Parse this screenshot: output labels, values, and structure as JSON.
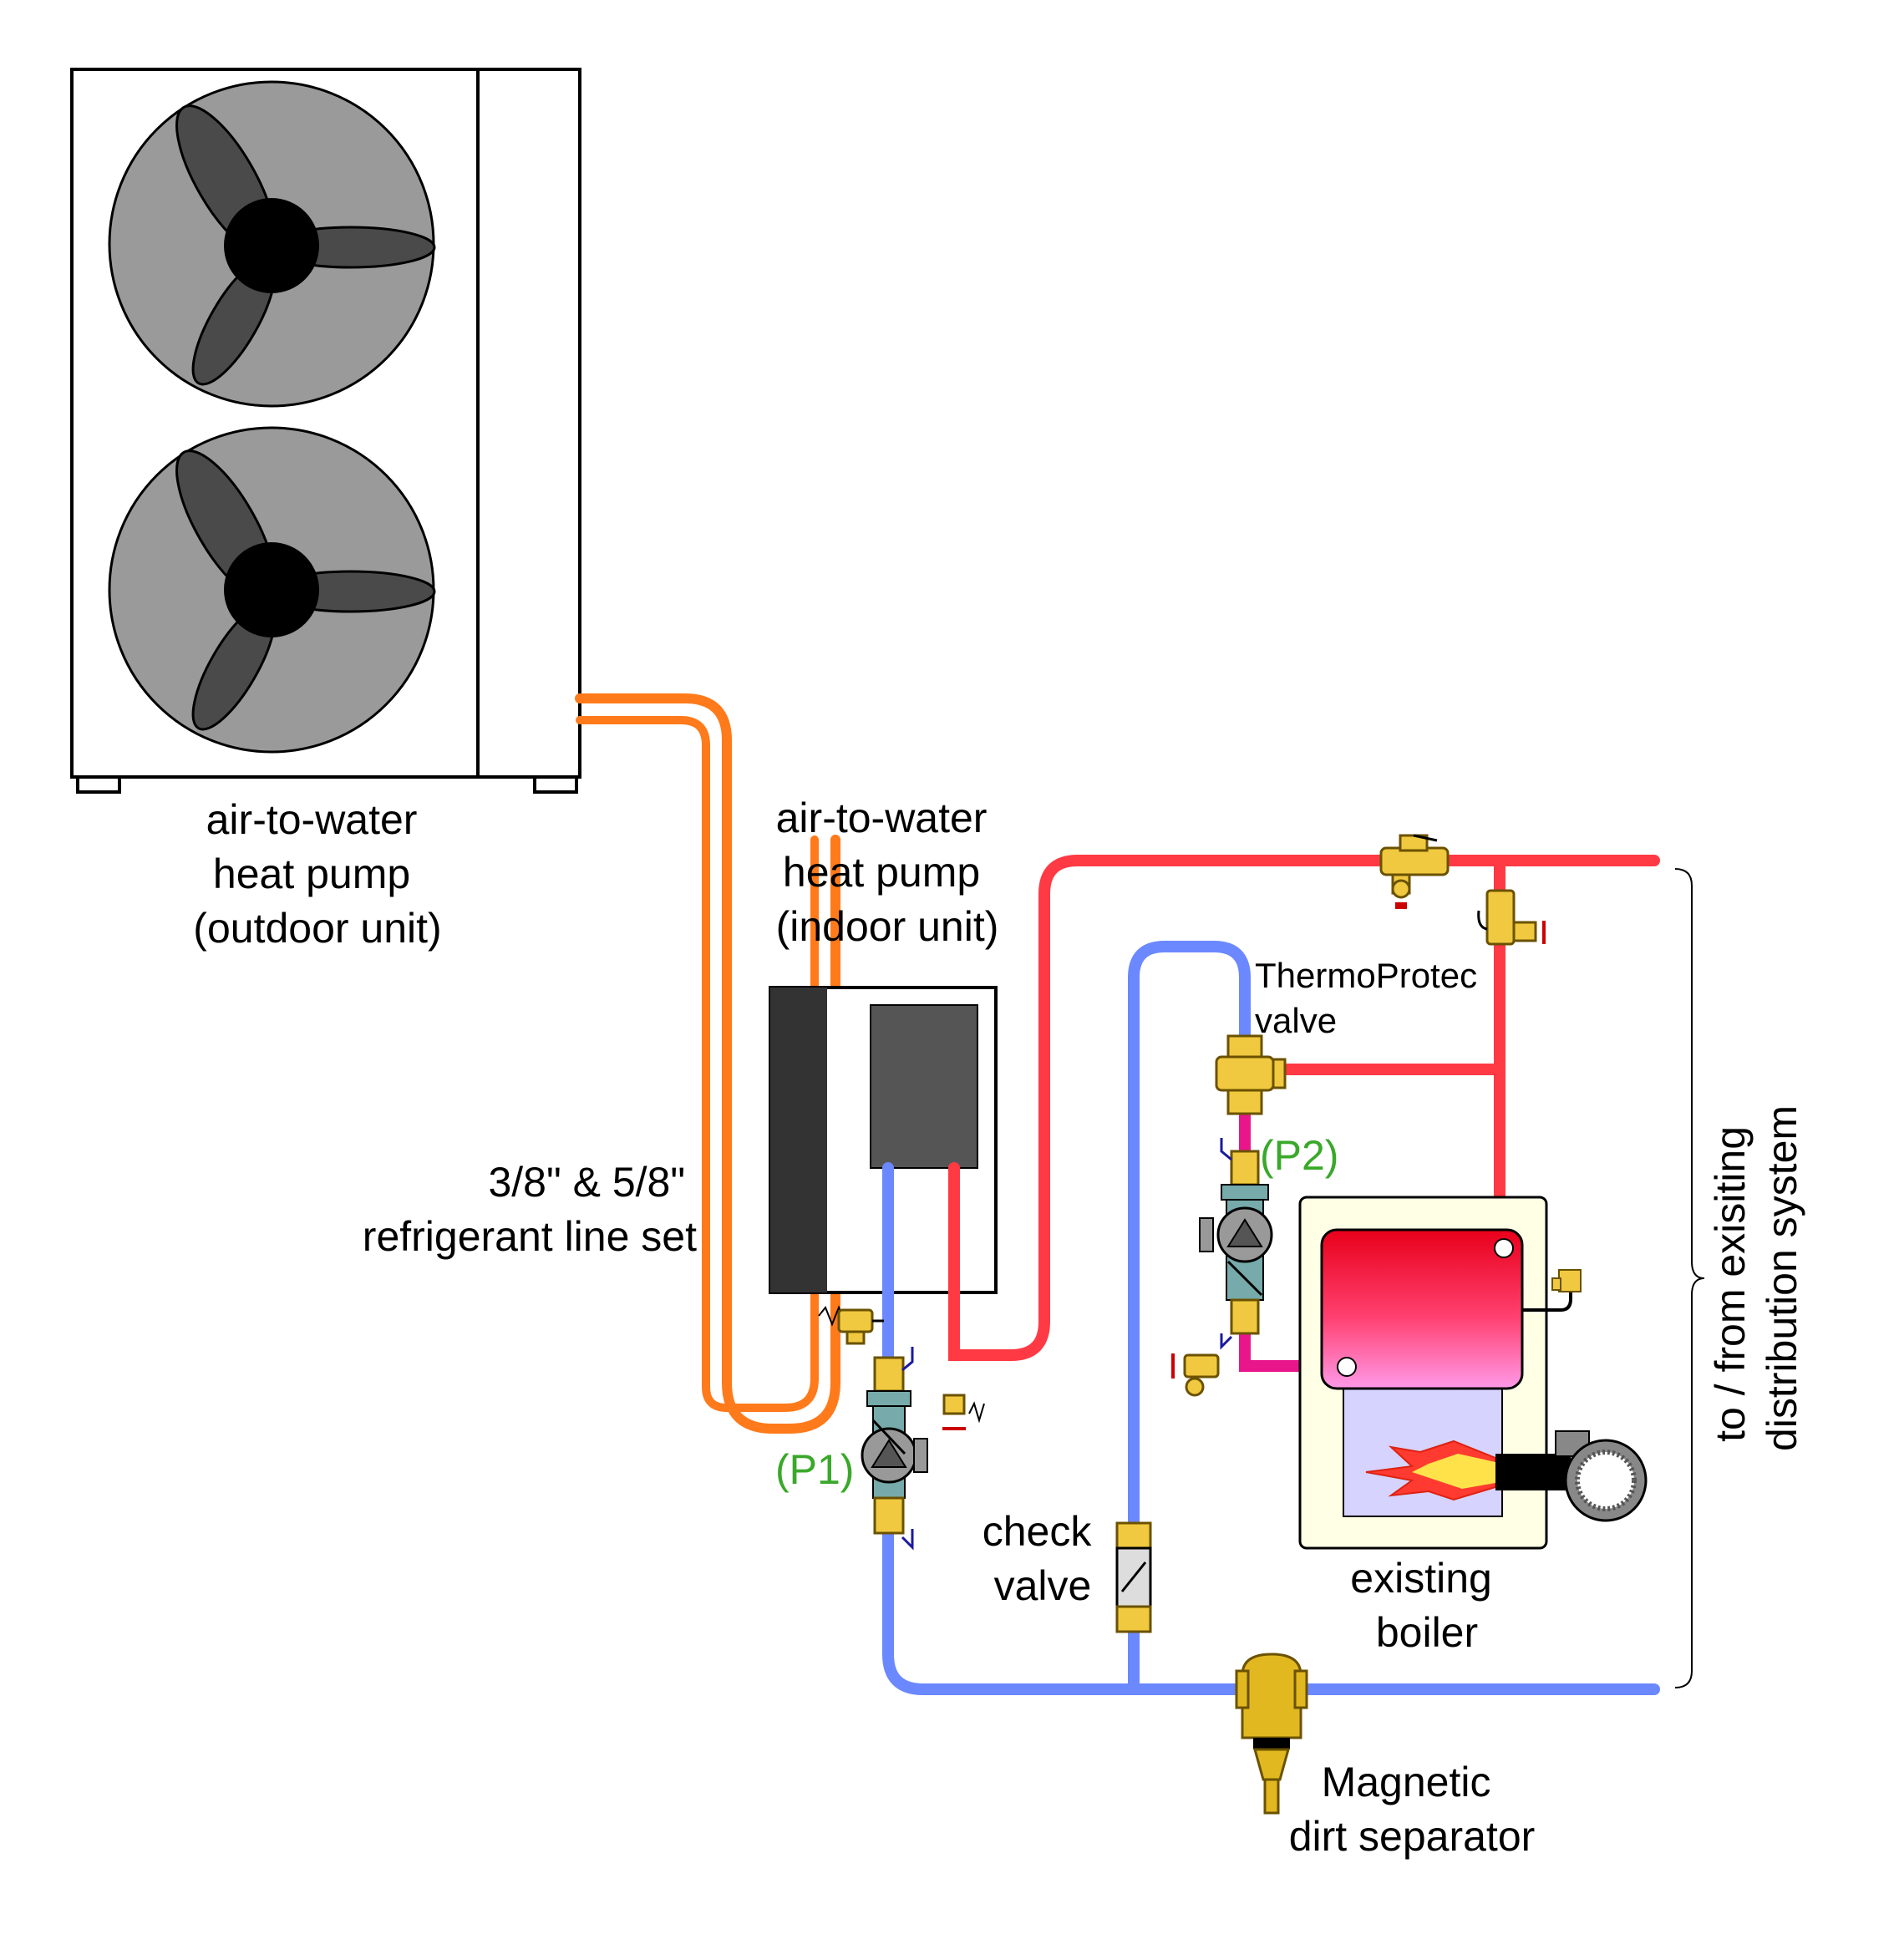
{
  "labels": {
    "outdoor_unit": [
      "air-to-water",
      "heat pump",
      "(outdoor unit)"
    ],
    "indoor_unit": [
      "air-to-water",
      "heat pump",
      "(indoor unit)"
    ],
    "line_set": [
      "3/8\" & 5/8\"",
      "refrigerant line set"
    ],
    "thermoprotec": [
      "ThermoProtec",
      "valve"
    ],
    "check_valve": [
      "check",
      "valve"
    ],
    "boiler": [
      "existing",
      "boiler"
    ],
    "dirt_separator": [
      "Magnetic",
      "dirt separator"
    ],
    "distribution": [
      "to / from exisiting",
      "distribution system"
    ],
    "pump1": "(P1)",
    "pump2": "(P2)"
  },
  "colors": {
    "supply": "#ff3a44",
    "return": "#6b88ff",
    "refrigerant": "#ff7a1a",
    "boiler_loop": "#e8168a",
    "brass": "#f0c940",
    "pump_label": "#3aa82a",
    "fan_housing": "#9a9a9a",
    "fan_blade": "#4a4a4a"
  }
}
